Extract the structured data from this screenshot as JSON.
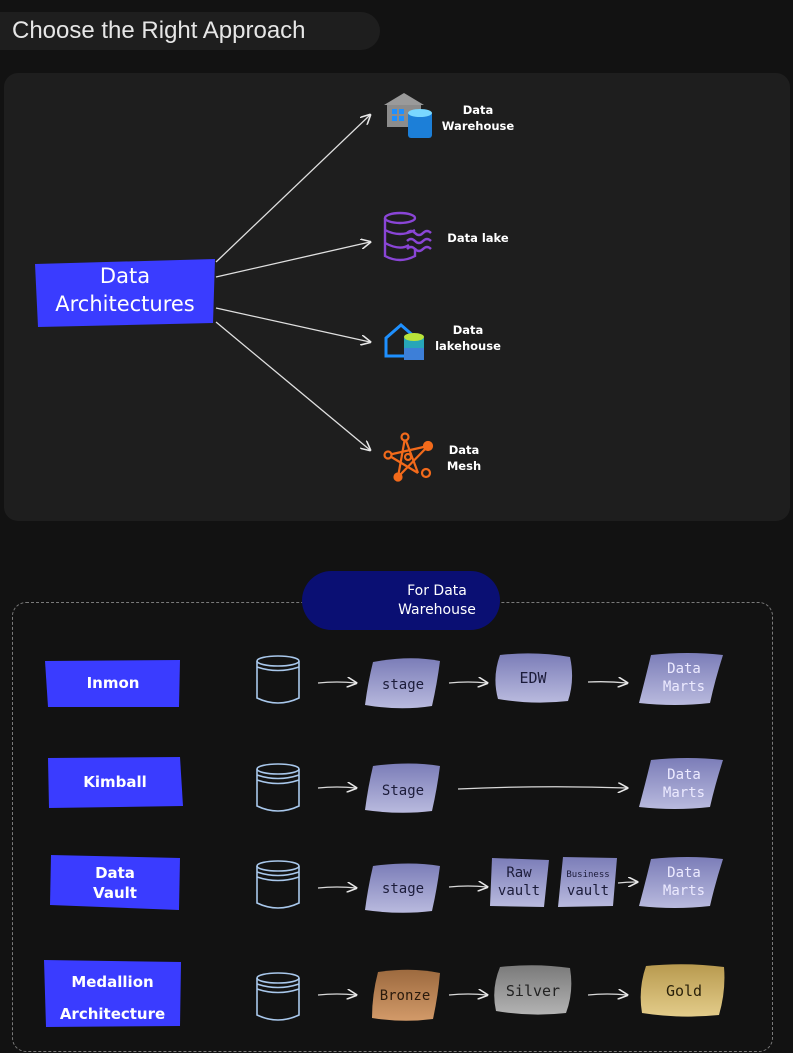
{
  "title": "Choose the Right Approach",
  "architecture": {
    "main_label": "Data\nArchitectures",
    "targets": [
      {
        "label": "Data\nWarehouse",
        "icon": "data-warehouse-icon"
      },
      {
        "label": "Data lake",
        "icon": "data-lake-icon"
      },
      {
        "label": "Data\nlakehouse",
        "icon": "data-lakehouse-icon"
      },
      {
        "label": "Data\nMesh",
        "icon": "data-mesh-icon"
      }
    ]
  },
  "warehouse_section": {
    "header_label": "For Data\nWarehouse",
    "header_icon": "data-warehouse-icon",
    "approaches": [
      {
        "name": "Inmon",
        "steps": [
          "stage",
          "EDW",
          "Data\nMarts"
        ]
      },
      {
        "name": "Kimball",
        "steps": [
          "Stage",
          "Data\nMarts"
        ]
      },
      {
        "name": "Data\nVault",
        "steps": [
          "stage",
          "Raw\nvault",
          "Business",
          "vault",
          "Data\nMarts"
        ]
      },
      {
        "name": "Medallion\nArchitecture",
        "steps": [
          "Bronze",
          "Silver",
          "Gold"
        ]
      }
    ]
  },
  "colors": {
    "background": "#121212",
    "panel": "#1e1e1e",
    "accent_blue": "#3a3cff",
    "pill_navy": "#0a0f73",
    "stage_fill": "#8f90c4",
    "bronze": "#b27a4c",
    "silver": "#8e8e8e",
    "gold": "#c9ae63",
    "mesh_orange": "#f26a1b",
    "lake_purple": "#8a45d6"
  }
}
